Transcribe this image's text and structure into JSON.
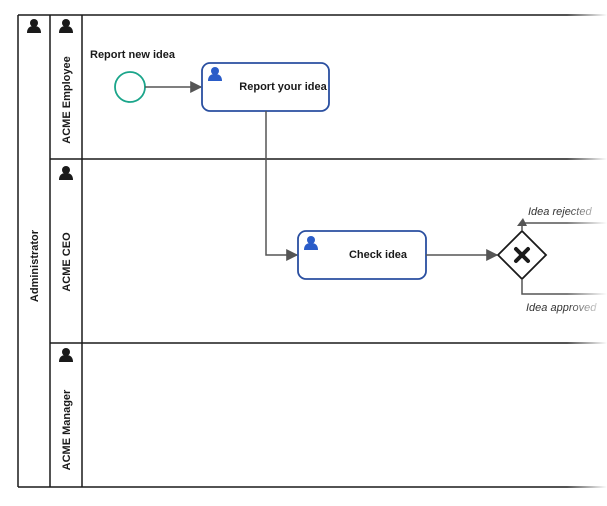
{
  "pool": {
    "name": "Administrator"
  },
  "lanes": [
    {
      "name": "ACME Employee"
    },
    {
      "name": "ACME CEO"
    },
    {
      "name": "ACME Manager"
    }
  ],
  "events": {
    "start_label": "Report new idea"
  },
  "tasks": [
    {
      "label": "Report your idea"
    },
    {
      "label": "Check idea"
    }
  ],
  "flows": {
    "rejected_label": "Idea rejected",
    "approved_label": "Idea approved"
  },
  "colors": {
    "task_border": "#2a4fa0",
    "start_event": "#1aa58a",
    "user_icon": "#2a5cc8",
    "lane_line": "#1a1a1a",
    "flow_line": "#555555"
  },
  "icons": {
    "pool_icon": "person-icon",
    "lane_icon": "person-icon",
    "task_icon": "user-task-icon",
    "gateway_icon": "x-icon"
  }
}
